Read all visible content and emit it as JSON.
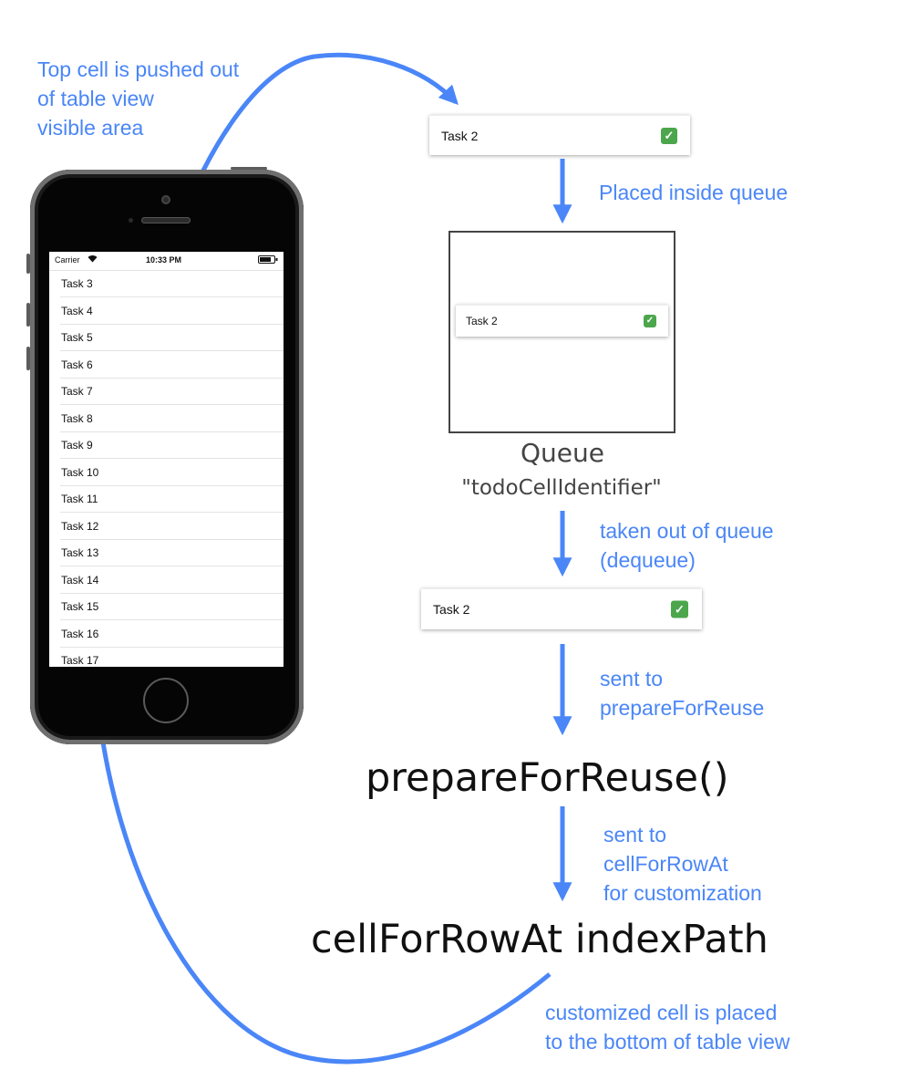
{
  "notes": {
    "top_pushed": [
      "Top cell is pushed out",
      "of table view",
      "visible area"
    ],
    "placed_inside": "Placed inside queue",
    "taken_out": [
      "taken out of queue",
      "(dequeue)"
    ],
    "sent_prepare": [
      "sent to",
      "prepareForReuse"
    ],
    "sent_cellfor": [
      "sent to",
      "cellForRowAt",
      "for customization"
    ],
    "customized": [
      "customized cell is placed",
      "to the bottom of table view"
    ]
  },
  "phone": {
    "status_carrier": "Carrier",
    "status_time": "10:33 PM",
    "rows": [
      "Task 3",
      "Task 4",
      "Task 5",
      "Task 6",
      "Task 7",
      "Task 8",
      "Task 9",
      "Task 10",
      "Task 11",
      "Task 12",
      "Task 13",
      "Task 14",
      "Task 15",
      "Task 16",
      "Task 17"
    ]
  },
  "cells": {
    "top_label": "Task 2",
    "queue_label": "Task 2",
    "dequeued_label": "Task 2",
    "check_glyph": "✓"
  },
  "queue": {
    "title": "Queue",
    "identifier": "\"todoCellIdentifier\""
  },
  "methods": {
    "prepare": "prepareForReuse()",
    "cellfor": "cellForRowAt indexPath"
  },
  "colors": {
    "accent_blue": "#4a86f7",
    "check_green": "#4ca64c"
  }
}
